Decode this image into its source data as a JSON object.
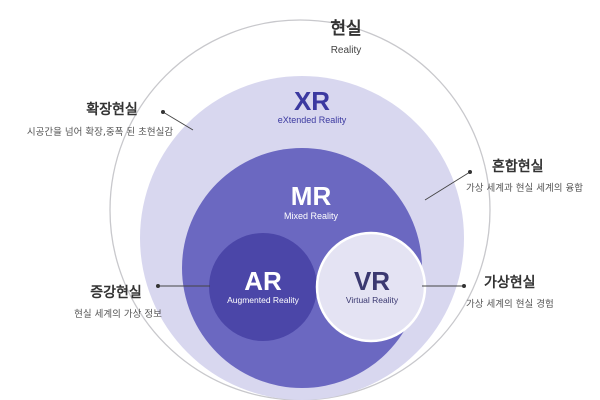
{
  "reality": {
    "ko": "현실",
    "en": "Reality"
  },
  "xr": {
    "abbr": "XR",
    "full": "eXtended Reality"
  },
  "mr": {
    "abbr": "MR",
    "full": "Mixed Reality"
  },
  "ar": {
    "abbr": "AR",
    "full": "Augmented Reality"
  },
  "vr": {
    "abbr": "VR",
    "full": "Virtual Reality"
  },
  "callouts": {
    "extended": {
      "title": "확장현실",
      "desc": "시공간을 넘어 확장,중폭 된 초현실감"
    },
    "mixed": {
      "title": "혼합현실",
      "desc": "가상 세계과 현실 세계의 융합"
    },
    "augmented": {
      "title": "증강현실",
      "desc": "현실 세계의 가상 정보"
    },
    "virtual": {
      "title": "가상현실",
      "desc": "가상 세계의 현실 경험"
    }
  },
  "colors": {
    "reality_ring": "#c8c8cc",
    "xr_fill": "#d8d7ef",
    "mr_fill": "#6b68c1",
    "ar_fill": "#4b46a8",
    "vr_fill": "#e4e3f3",
    "xr_text": "#3b39a0",
    "leader": "#444444"
  }
}
